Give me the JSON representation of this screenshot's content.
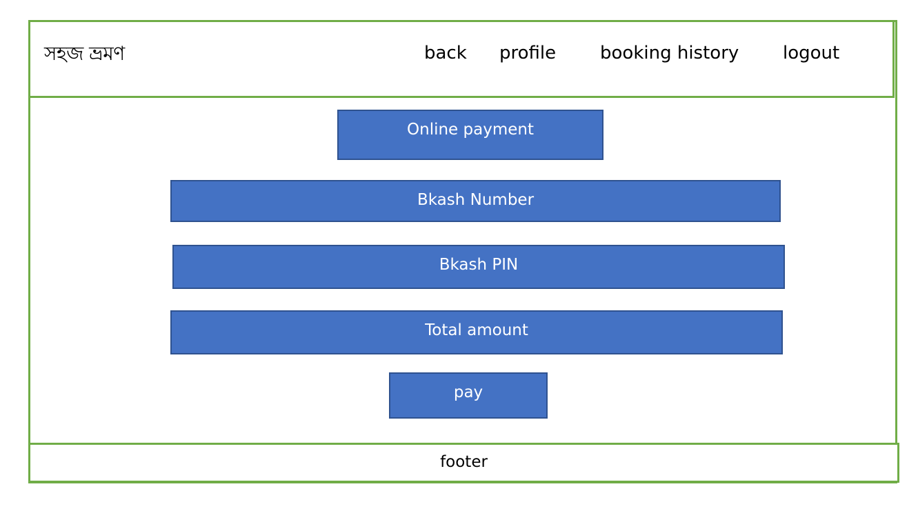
{
  "header": {
    "logo": "সহজ ভ্রমণ",
    "nav": {
      "back": "back",
      "profile": "profile",
      "booking_history": "booking history",
      "logout": "logout"
    }
  },
  "main": {
    "title": "Online payment",
    "bkash_number_label": "Bkash Number",
    "bkash_pin_label": "Bkash PIN",
    "total_amount_label": "Total amount",
    "pay_label": "pay"
  },
  "footer": {
    "text": "footer"
  },
  "colors": {
    "frame_border": "#70ad47",
    "block_fill": "#4472c4",
    "block_border": "#2f528f",
    "block_text": "#ffffff"
  }
}
